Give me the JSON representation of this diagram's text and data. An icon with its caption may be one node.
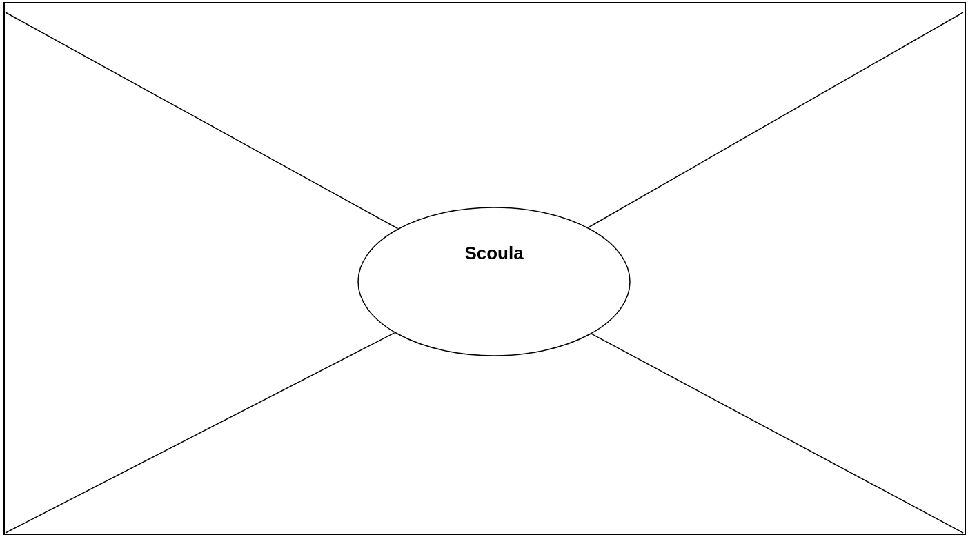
{
  "diagram": {
    "nodes": [
      {
        "text": [],
        "shape": "box"
      },
      {
        "text": [
          "Scoula"
        ],
        "in": 0
      }
    ],
    "edges": [
      {
        "from": 0,
        "to": 1,
        "arrow": "none"
      },
      {
        "from": 0,
        "to": 1,
        "arrow": "none"
      },
      {
        "from": 0,
        "to": 1,
        "arrow": "none"
      },
      {
        "from": 0,
        "to": 1,
        "arrow": "none"
      }
    ]
  }
}
